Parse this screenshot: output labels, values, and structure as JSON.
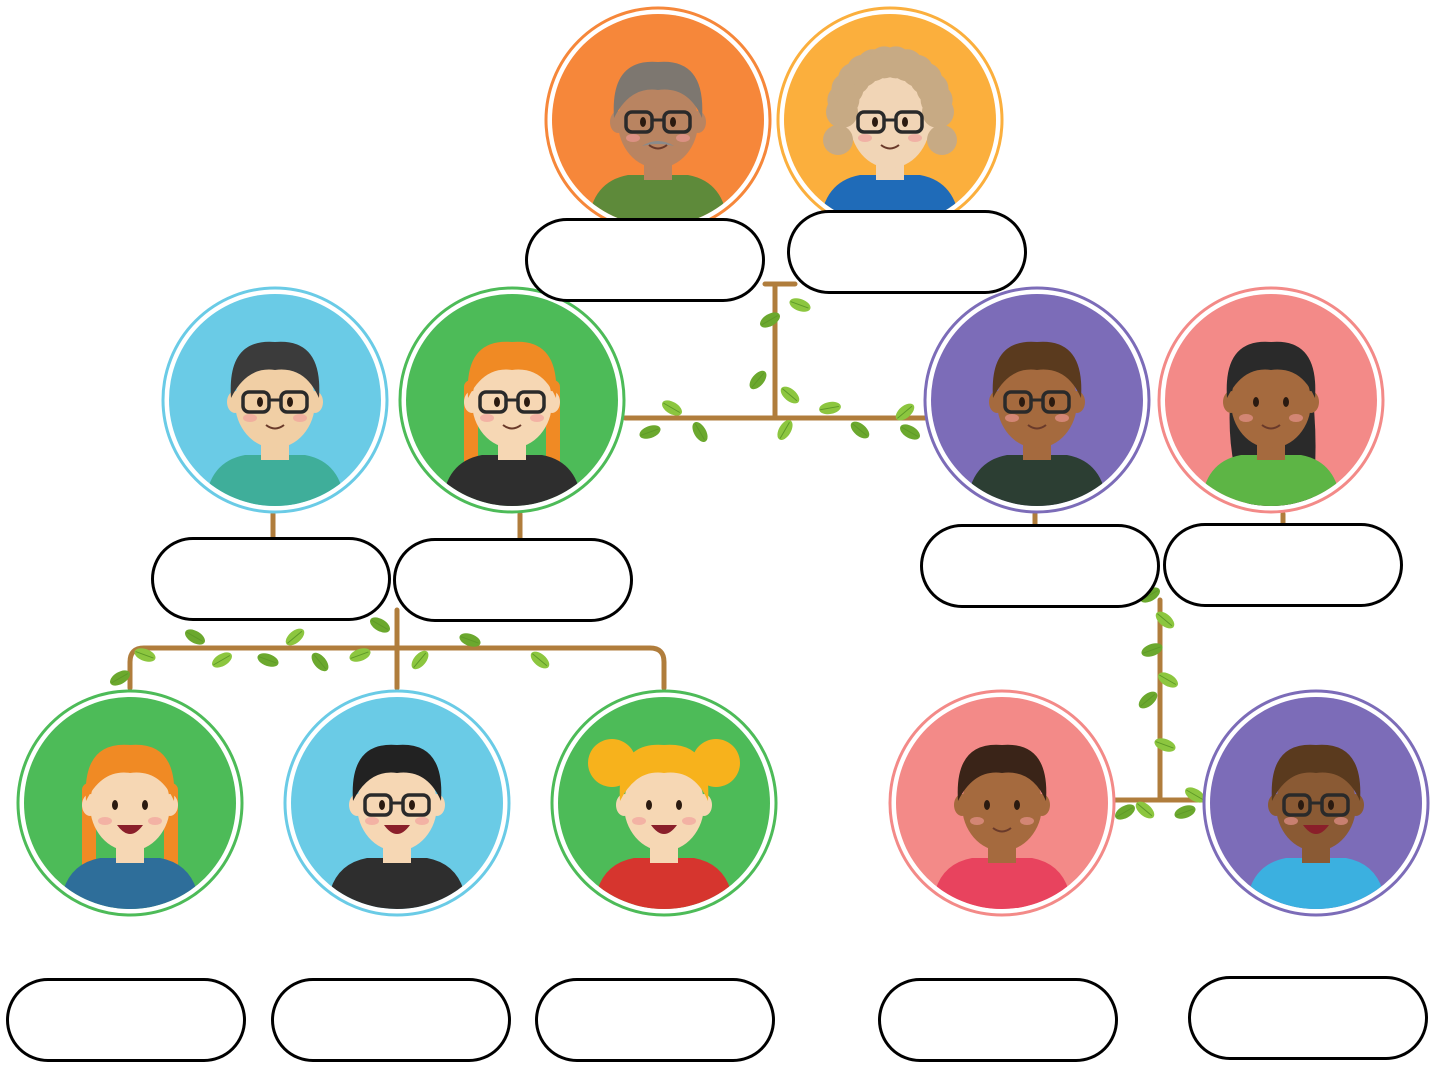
{
  "family_tree": {
    "members": [
      {
        "id": "grandfather",
        "name": "",
        "bg": "#F6873A",
        "ring": "#F6873A"
      },
      {
        "id": "grandmother",
        "name": "",
        "bg": "#FBAF3D",
        "ring": "#FBAF3D"
      },
      {
        "id": "father-left",
        "name": "",
        "bg": "#6ACBE6",
        "ring": "#6ACBE6"
      },
      {
        "id": "mother-left",
        "name": "",
        "bg": "#4DBB58",
        "ring": "#4DBB58"
      },
      {
        "id": "father-right",
        "name": "",
        "bg": "#7C6CB8",
        "ring": "#7C6CB8"
      },
      {
        "id": "mother-right",
        "name": "",
        "bg": "#F38A88",
        "ring": "#F38A88"
      },
      {
        "id": "child-girl-braids",
        "name": "",
        "bg": "#4DBB58",
        "ring": "#4DBB58"
      },
      {
        "id": "child-boy-glasses",
        "name": "",
        "bg": "#6ACBE6",
        "ring": "#6ACBE6"
      },
      {
        "id": "child-girl-pigtails",
        "name": "",
        "bg": "#4DBB58",
        "ring": "#4DBB58"
      },
      {
        "id": "child-girl-right",
        "name": "",
        "bg": "#F38A88",
        "ring": "#F38A88"
      },
      {
        "id": "child-boy-right",
        "name": "",
        "bg": "#7C6CB8",
        "ring": "#7C6CB8"
      }
    ],
    "colors": {
      "branch": "#B07D3C",
      "leaf": "#8CC63F",
      "leaf_dark": "#6BA82E",
      "box_border": "#000000"
    }
  }
}
